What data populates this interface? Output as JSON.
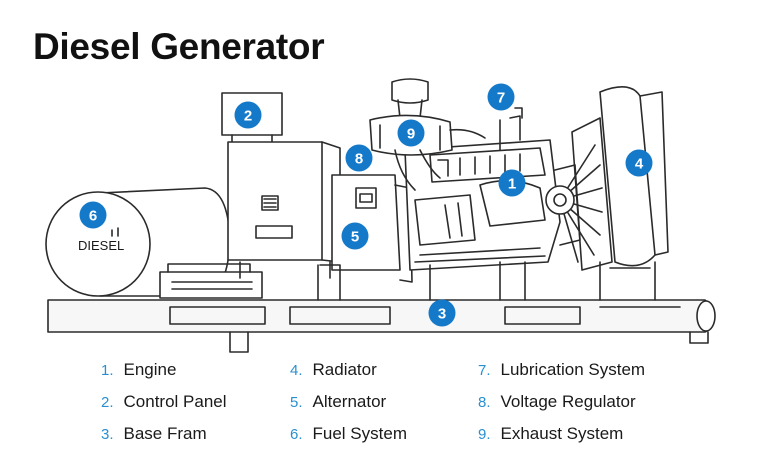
{
  "title": "Diesel Generator",
  "tank_label": "DIESEL",
  "accent_color": "#1479c9",
  "callouts": [
    {
      "num": "1",
      "component": "Engine"
    },
    {
      "num": "2",
      "component": "Control Panel"
    },
    {
      "num": "3",
      "component": "Base Fram"
    },
    {
      "num": "4",
      "component": "Radiator"
    },
    {
      "num": "5",
      "component": "Alternator"
    },
    {
      "num": "6",
      "component": "Fuel System"
    },
    {
      "num": "7",
      "component": "Lubrication System"
    },
    {
      "num": "8",
      "component": "Voltage Regulator"
    },
    {
      "num": "9",
      "component": "Exhaust System"
    }
  ],
  "legend": [
    {
      "num": "1.",
      "label": "Engine"
    },
    {
      "num": "2.",
      "label": "Control Panel"
    },
    {
      "num": "3.",
      "label": "Base Fram"
    },
    {
      "num": "4.",
      "label": "Radiator"
    },
    {
      "num": "5.",
      "label": "Alternator"
    },
    {
      "num": "6.",
      "label": "Fuel System"
    },
    {
      "num": "7.",
      "label": "Lubrication System"
    },
    {
      "num": "8.",
      "label": "Voltage Regulator"
    },
    {
      "num": "9.",
      "label": "Exhaust System"
    }
  ]
}
